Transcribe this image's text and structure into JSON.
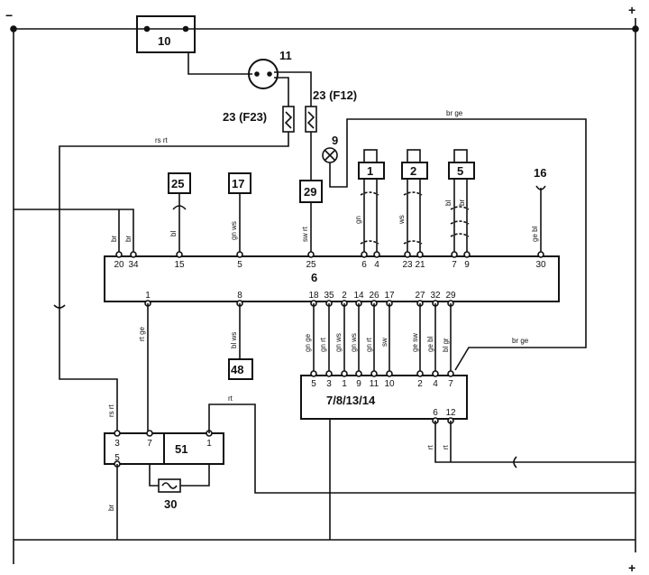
{
  "rails": {
    "minus": "−",
    "plus_top": "+",
    "plus_bottom": "+"
  },
  "components": {
    "c10": "10",
    "c11": "11",
    "fuse_f23": "23 (F23)",
    "fuse_f12": "23 (F12)",
    "c9": "9",
    "c25": "25",
    "c17": "17",
    "c29": "29",
    "c1": "1",
    "c2": "2",
    "c5": "5",
    "c16": "16",
    "c6": "6",
    "c48": "48",
    "c51": "51",
    "c30": "30",
    "c7814": "7/8/13/14"
  },
  "ecu_top_pins": [
    "20",
    "34",
    "15",
    "5",
    "25",
    "6",
    "4",
    "23",
    "21",
    "7",
    "9",
    "30"
  ],
  "ecu_bottom_pins": [
    "1",
    "8",
    "18",
    "35",
    "2",
    "14",
    "26",
    "17",
    "27",
    "32",
    "29"
  ],
  "conn_top_pins": [
    "5",
    "3",
    "1",
    "9",
    "11",
    "10",
    "2",
    "4",
    "7"
  ],
  "conn_bottom_pins": [
    "6",
    "12"
  ],
  "relay_pins": [
    "3",
    "7",
    "1",
    "5"
  ],
  "wire_labels": {
    "rs_rt_top": "rs rt",
    "br_ge_top": "br ge",
    "br_a": "br",
    "br_b": "br",
    "bl_25": "bl",
    "gn_ws_17": "gn ws",
    "sw_rt_29": "sw rt",
    "gn_1": "gn",
    "ws_2": "ws",
    "bl_5": "bl",
    "br_5": "br",
    "ge_bl_16": "ge bl",
    "rt_ge": "rt ge",
    "bl_ws": "bl ws",
    "gn_ge": "gn ge",
    "gn_rt": "gn rt",
    "gn_ws_c": "gn ws",
    "gn_ws_d": "gn ws",
    "gn_rt_b": "gn rt",
    "sw": "sw",
    "ge_sw": "ge sw",
    "ge_bl": "ge bl",
    "bl_gr": "bl gr",
    "br_ge_right": "br ge",
    "rs_rt_left": "rs rt",
    "rt_51": "rt",
    "br_bottom": "br",
    "rt_a": "rt",
    "rt_b": "rt"
  }
}
